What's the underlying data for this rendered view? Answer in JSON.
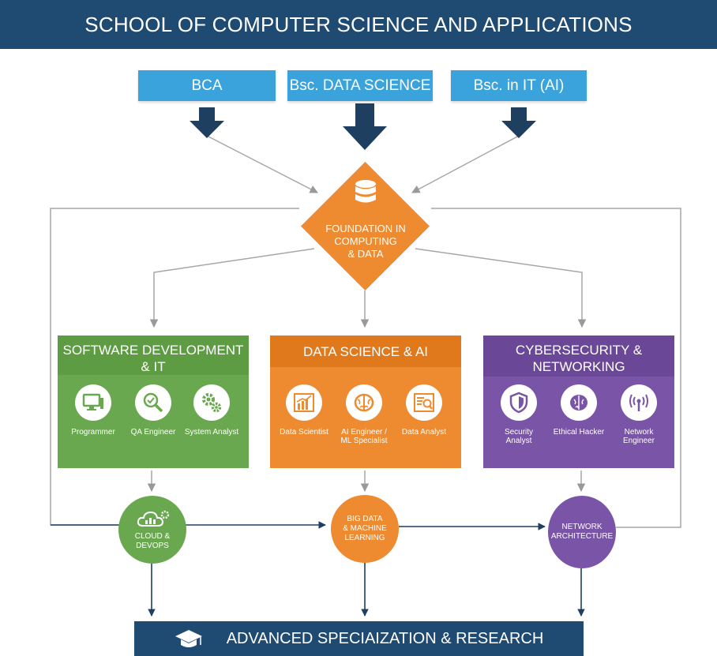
{
  "header": {
    "title": "SCHOOL OF COMPUTER SCIENCE AND APPLICATIONS"
  },
  "programs": [
    {
      "label": "BCA"
    },
    {
      "label": "Bsc. DATA SCIENCE"
    },
    {
      "label": "Bsc. in IT (AI)"
    }
  ],
  "foundation": {
    "lines": [
      "FOUNDATION IN",
      "COMPUTING",
      "& DATA"
    ],
    "icon": "database-icon"
  },
  "tracks": [
    {
      "title_lines": [
        "SOFTWARE DEVELOPMENT",
        "& IT"
      ],
      "color": "#6aa84f",
      "header_color": "#5e9c43",
      "roles": [
        {
          "label_lines": [
            "Programmer"
          ],
          "icon": "monitor-icon"
        },
        {
          "label_lines": [
            "QA Engineer"
          ],
          "icon": "magnifier-icon"
        },
        {
          "label_lines": [
            "System Analyst"
          ],
          "icon": "gears-icon"
        }
      ]
    },
    {
      "title_lines": [
        "DATA SCIENCE & AI"
      ],
      "color": "#ee8a2f",
      "header_color": "#e0791c",
      "roles": [
        {
          "label_lines": [
            "Data Scientist"
          ],
          "icon": "bar-chart-icon"
        },
        {
          "label_lines": [
            "AI Engineer /",
            "ML Specialist"
          ],
          "icon": "brain-icon"
        },
        {
          "label_lines": [
            "Data Analyst"
          ],
          "icon": "report-icon"
        }
      ]
    },
    {
      "title_lines": [
        "CYBERSECURITY &",
        "NETWORKING"
      ],
      "color": "#7a54a6",
      "header_color": "#6b4797",
      "roles": [
        {
          "label_lines": [
            "Security",
            "Analyst"
          ],
          "icon": "shield-icon"
        },
        {
          "label_lines": [
            "Ethical Hacker"
          ],
          "icon": "brain-icon"
        },
        {
          "label_lines": [
            "Network",
            "Engineer"
          ],
          "icon": "antenna-icon"
        }
      ]
    }
  ],
  "specializations": [
    {
      "lines": [
        "CLOUD &",
        "DEVOPS"
      ],
      "icon": "cloud-gear-icon"
    },
    {
      "lines": [
        "BIG DATA",
        "& MACHINE",
        "LEARNING"
      ]
    },
    {
      "lines": [
        "NETWORK",
        "ARCHITECTURE"
      ]
    }
  ],
  "footer": {
    "title": "ADVANCED SPECIAIZATION & RESEARCH",
    "icon": "graduation-cap-icon"
  },
  "colors": {
    "navy": "#1f4b73",
    "program_blue": "#3aa3dc",
    "orange": "#ee8a2f",
    "green": "#6aa84f",
    "purple": "#7a54a6",
    "connector": "#a6a6a6"
  }
}
